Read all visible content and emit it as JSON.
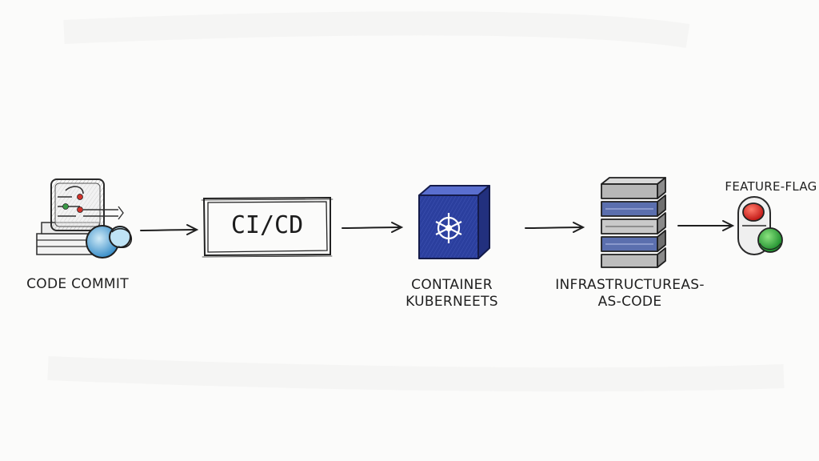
{
  "nodes": [
    {
      "id": "code-commit",
      "label": "CODE COMMIT",
      "icon": "code-commit-icon"
    },
    {
      "id": "ci-cd",
      "label": "CI/CD"
    },
    {
      "id": "container",
      "label_line1": "CONTAINER",
      "label_line2": "KUBERNEETS",
      "icon": "kubernetes-cube-icon",
      "color": "#2b3f9e"
    },
    {
      "id": "iac",
      "label_line1": "INFRASTRUCTUREAS-",
      "label_line2": "AS-CODE",
      "icon": "server-stack-icon"
    },
    {
      "id": "feature-flag",
      "label": "FEATURE-FLAG",
      "icon": "toggle-switch-icon",
      "colors": {
        "on": "#2faa3c",
        "off": "#d42a26"
      }
    }
  ]
}
